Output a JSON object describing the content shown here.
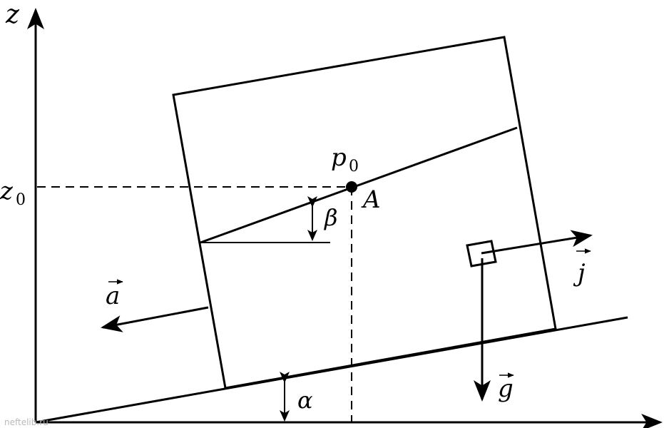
{
  "labels": {
    "z_axis": "z",
    "z0_main": "z",
    "z0_sub": "0",
    "p0_main": "p",
    "p0_sub": "0",
    "point_a": "A",
    "beta": "β",
    "alpha": "α",
    "vec_a": "a",
    "vec_j": "j",
    "vec_g": "g"
  },
  "watermark": "neftelib.ru"
}
